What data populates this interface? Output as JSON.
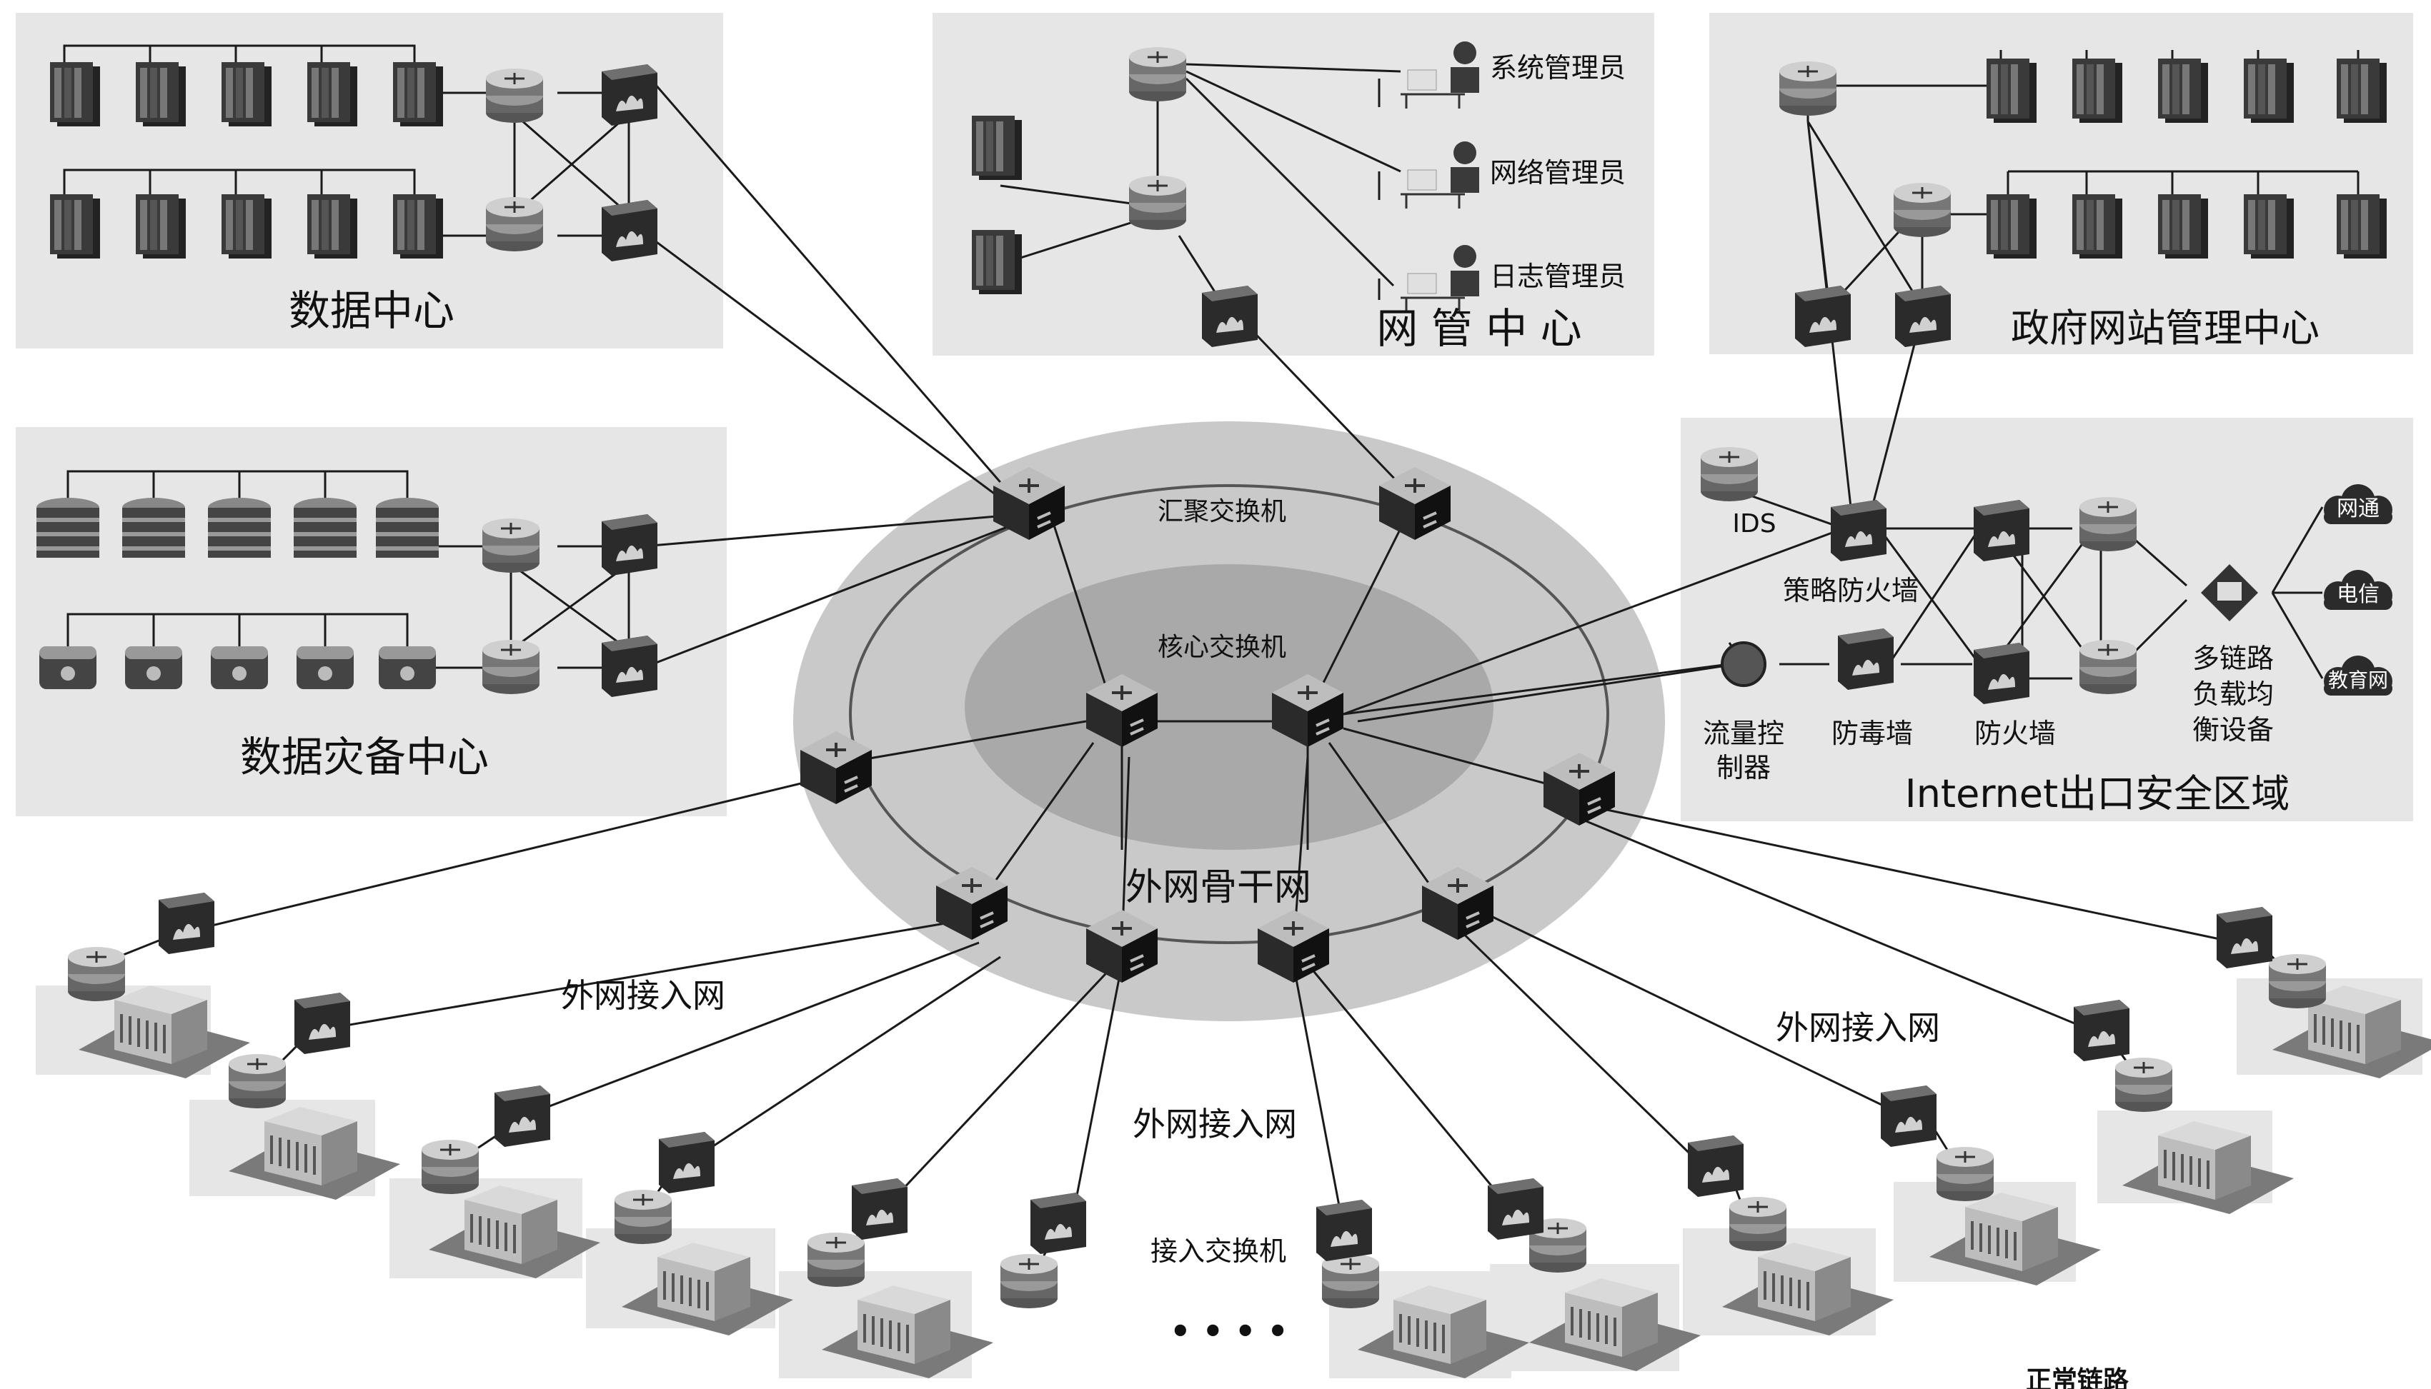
{
  "zones": {
    "data_center": "数据中心",
    "nms_center": "网 管 中 心",
    "gov_web_center": "政府网站管理中心",
    "dr_center": "数据灾备中心",
    "internet_zone": "Internet出口安全区域"
  },
  "admins": {
    "sys": "系统管理员",
    "net": "网络管理员",
    "log": "日志管理员"
  },
  "ring": {
    "aggregation": "汇聚交换机",
    "core": "核心交换机",
    "backbone": "外网骨干网"
  },
  "access": {
    "net_left": "外网接入网",
    "net_center": "外网接入网",
    "net_right": "外网接入网",
    "switch": "接入交换机",
    "ellipsis": "• • • •"
  },
  "internet": {
    "ids": "IDS",
    "policy_fw": "策略防火墙",
    "traffic_ctrl_1": "流量控",
    "traffic_ctrl_2": "制器",
    "anti_virus": "防毒墙",
    "firewall": "防火墙",
    "lb_1": "多链路",
    "lb_2": "负载均",
    "lb_3": "衡设备",
    "isp_cnc": "网通",
    "isp_telecom": "电信",
    "isp_edu": "教育网"
  },
  "footer": {
    "legend_partial": "正常链路"
  },
  "icons": {
    "server": "server-icon",
    "switch": "switch-icon",
    "firewall": "firewall-icon",
    "router": "router-icon",
    "admin": "admin-icon",
    "building": "building-icon",
    "cloud": "cloud-icon",
    "storage": "storage-icon"
  },
  "colors": {
    "panel": "#e8e8e8",
    "ring_outer": "#c9c9c9",
    "ring_inner": "#a9a9a9",
    "device_dark": "#262626",
    "line": "#1a1a1a"
  }
}
